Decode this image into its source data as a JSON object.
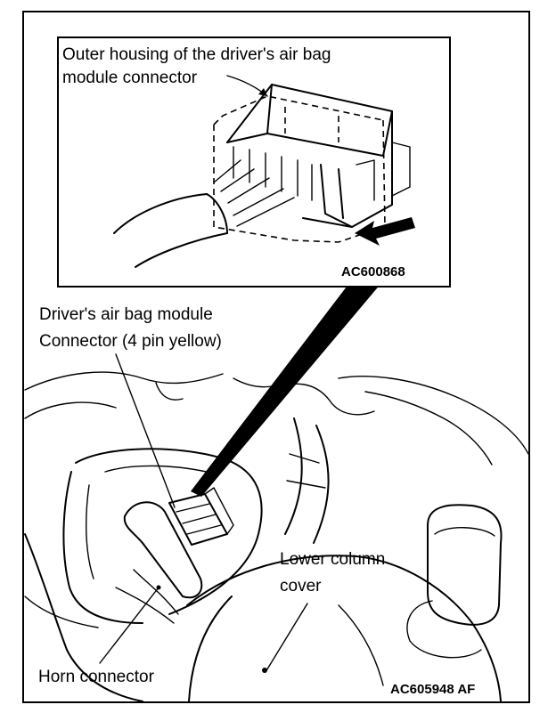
{
  "inset": {
    "caption": "Outer housing of the driver's air bag module connector",
    "caption_line1": "Outer housing of the driver's air bag",
    "caption_line2": "module connector",
    "figure_code": "AC600868"
  },
  "main": {
    "connector_label_line1": "Driver's air bag module",
    "connector_label_line2": "Connector (4 pin yellow)",
    "cover_label_line1": "Lower column",
    "cover_label_line2": "cover",
    "horn_label": "Horn connector",
    "figure_code": "AC605948 AF"
  }
}
